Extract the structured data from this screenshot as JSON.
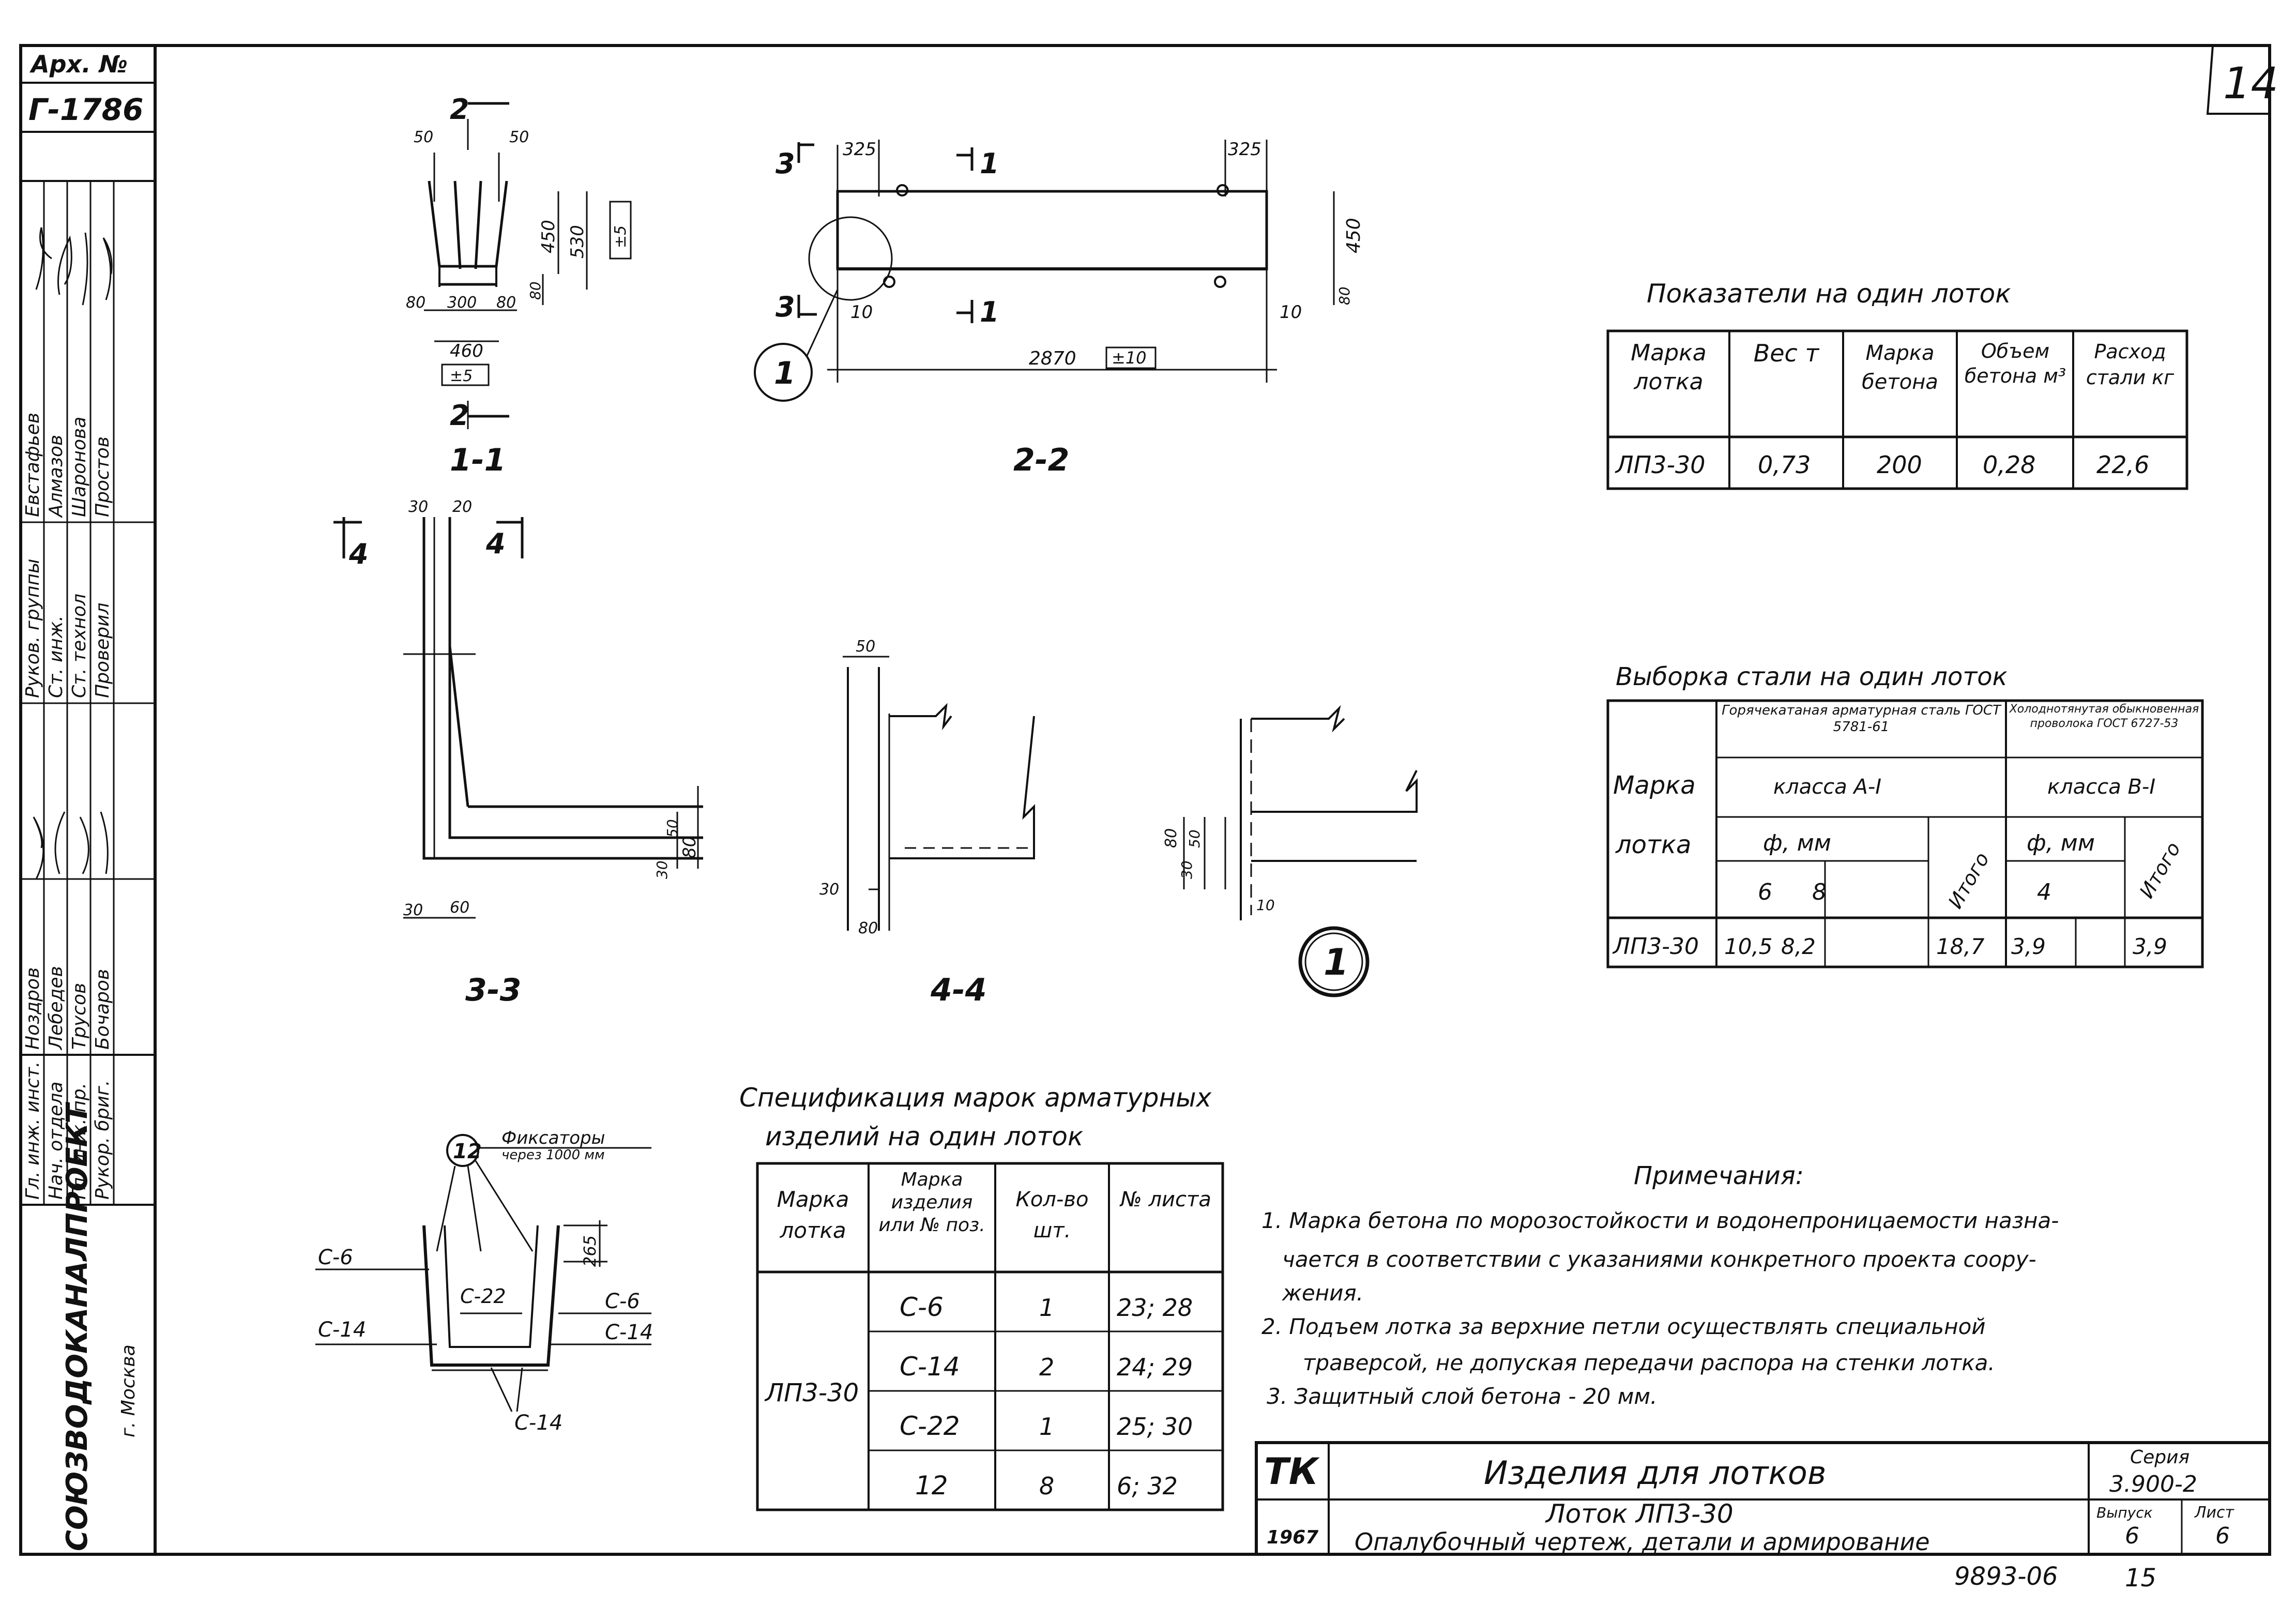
{
  "sheet": {
    "page_number": "14",
    "archive_label": "Арх. №",
    "archive_number": "Г-1786",
    "organization": "СОЮЗВОДОКАНАЛПРОЕКТ",
    "city": "г. Москва",
    "stamp_roles": [
      "Гл. инж. инст.",
      "Нач. отдела",
      "Гл. инж. пр.",
      "Рукор. бриг.",
      "Руков. группы",
      "Ст. инж.",
      "Ст. технол",
      "Проверил"
    ],
    "stamp_names": [
      "Ноздров",
      "Лебедев",
      "Трусов",
      "Бочаров",
      "Евстафьев",
      "Алмазов",
      "Шаронова",
      "Простов"
    ]
  },
  "drawings": {
    "section_1_1": {
      "label": "1-1",
      "cut_marks": [
        "2",
        "2"
      ],
      "dims": [
        "50",
        "50",
        "80",
        "300",
        "80",
        "460",
        "450",
        "530",
        "80"
      ],
      "tolerance_v": "±5",
      "tolerance_h": "±5"
    },
    "section_2_2": {
      "label": "2-2",
      "cut_marks": [
        "3",
        "3",
        "1",
        "1"
      ],
      "dims": [
        "325",
        "325",
        "450",
        "80",
        "10",
        "10",
        "2870"
      ],
      "tolerance": "±10",
      "callout": "1"
    },
    "section_3_3": {
      "label": "3-3",
      "cut_marks": [
        "4",
        "4"
      ],
      "dims": [
        "30",
        "20",
        "50",
        "80",
        "30",
        "30",
        "60"
      ]
    },
    "section_4_4": {
      "label": "4-4",
      "dims": [
        "50",
        "30",
        "80"
      ]
    },
    "detail_1": {
      "callout": "1",
      "dims": [
        "80",
        "50",
        "30",
        "10"
      ]
    },
    "reinforcement": {
      "callout": "12",
      "fixators": "Фиксаторы",
      "fixators_step": "через 1000 мм",
      "labels": [
        "С-6",
        "С-14",
        "С-22",
        "С-6",
        "С-14",
        "С-14"
      ],
      "dim": "265"
    }
  },
  "indicators": {
    "title": "Показатели на один лоток",
    "headers": [
      "Марка лотка",
      "Вес т",
      "Марка бетона",
      "Объем бетона м³",
      "Расход стали кг"
    ],
    "row": [
      "ЛП3-30",
      "0,73",
      "200",
      "0,28",
      "22,6"
    ]
  },
  "steel": {
    "title": "Выборка стали на один лоток",
    "group_1": "Горячекатаная арматурная сталь ГОСТ 5781-61",
    "group_2": "Холоднотянутая обыкновенная проволока ГОСТ 6727-53",
    "class_1": "класса А-I",
    "class_2": "класса В-I",
    "mark_header_1": "Марка",
    "mark_header_2": "лотка",
    "diam_1": "ф, мм",
    "diam_2": "ф, мм",
    "total_1": "Итого",
    "total_2": "Итого",
    "sizes": [
      "6",
      "8",
      "4"
    ],
    "row": [
      "ЛП3-30",
      "10,5",
      "8,2",
      "18,7",
      "3,9",
      "3,9"
    ]
  },
  "spec": {
    "title_1": "Спецификация марок арматурных",
    "title_2": "изделий на один лоток",
    "headers": [
      "Марка лотка",
      "Марка изделия или № поз.",
      "Кол-во шт.",
      "№ листа"
    ],
    "tray": "ЛП3-30",
    "rows": [
      [
        "С-6",
        "1",
        "23; 28"
      ],
      [
        "С-14",
        "2",
        "24; 29"
      ],
      [
        "С-22",
        "1",
        "25; 30"
      ],
      [
        "12",
        "8",
        "6; 32"
      ]
    ]
  },
  "notes": {
    "title": "Примечания:",
    "items": [
      "1. Марка бетона по морозостойкости и водонепроницаемости назна-",
      "чается в соответствии с указаниями конкретного проекта соору-",
      "жения.",
      "2. Подъем лотка за верхние петли осуществлять специальной",
      "траверсой, не допуская передачи распора на стенки лотка.",
      "3. Защитный слой бетона - 20 мм."
    ]
  },
  "title_block": {
    "tk": "ТК",
    "year": "1967",
    "title": "Изделия для лотков",
    "subtitle_1": "Лоток ЛП3-30",
    "subtitle_2": "Опалубочный чертеж, детали и армирование",
    "series_label": "Серия",
    "series": "3.900-2",
    "issue_label": "Выпуск",
    "issue": "6",
    "sheet_label": "Лист",
    "sheet": "6"
  },
  "footer": {
    "doc_number": "9893-06",
    "page": "15"
  }
}
